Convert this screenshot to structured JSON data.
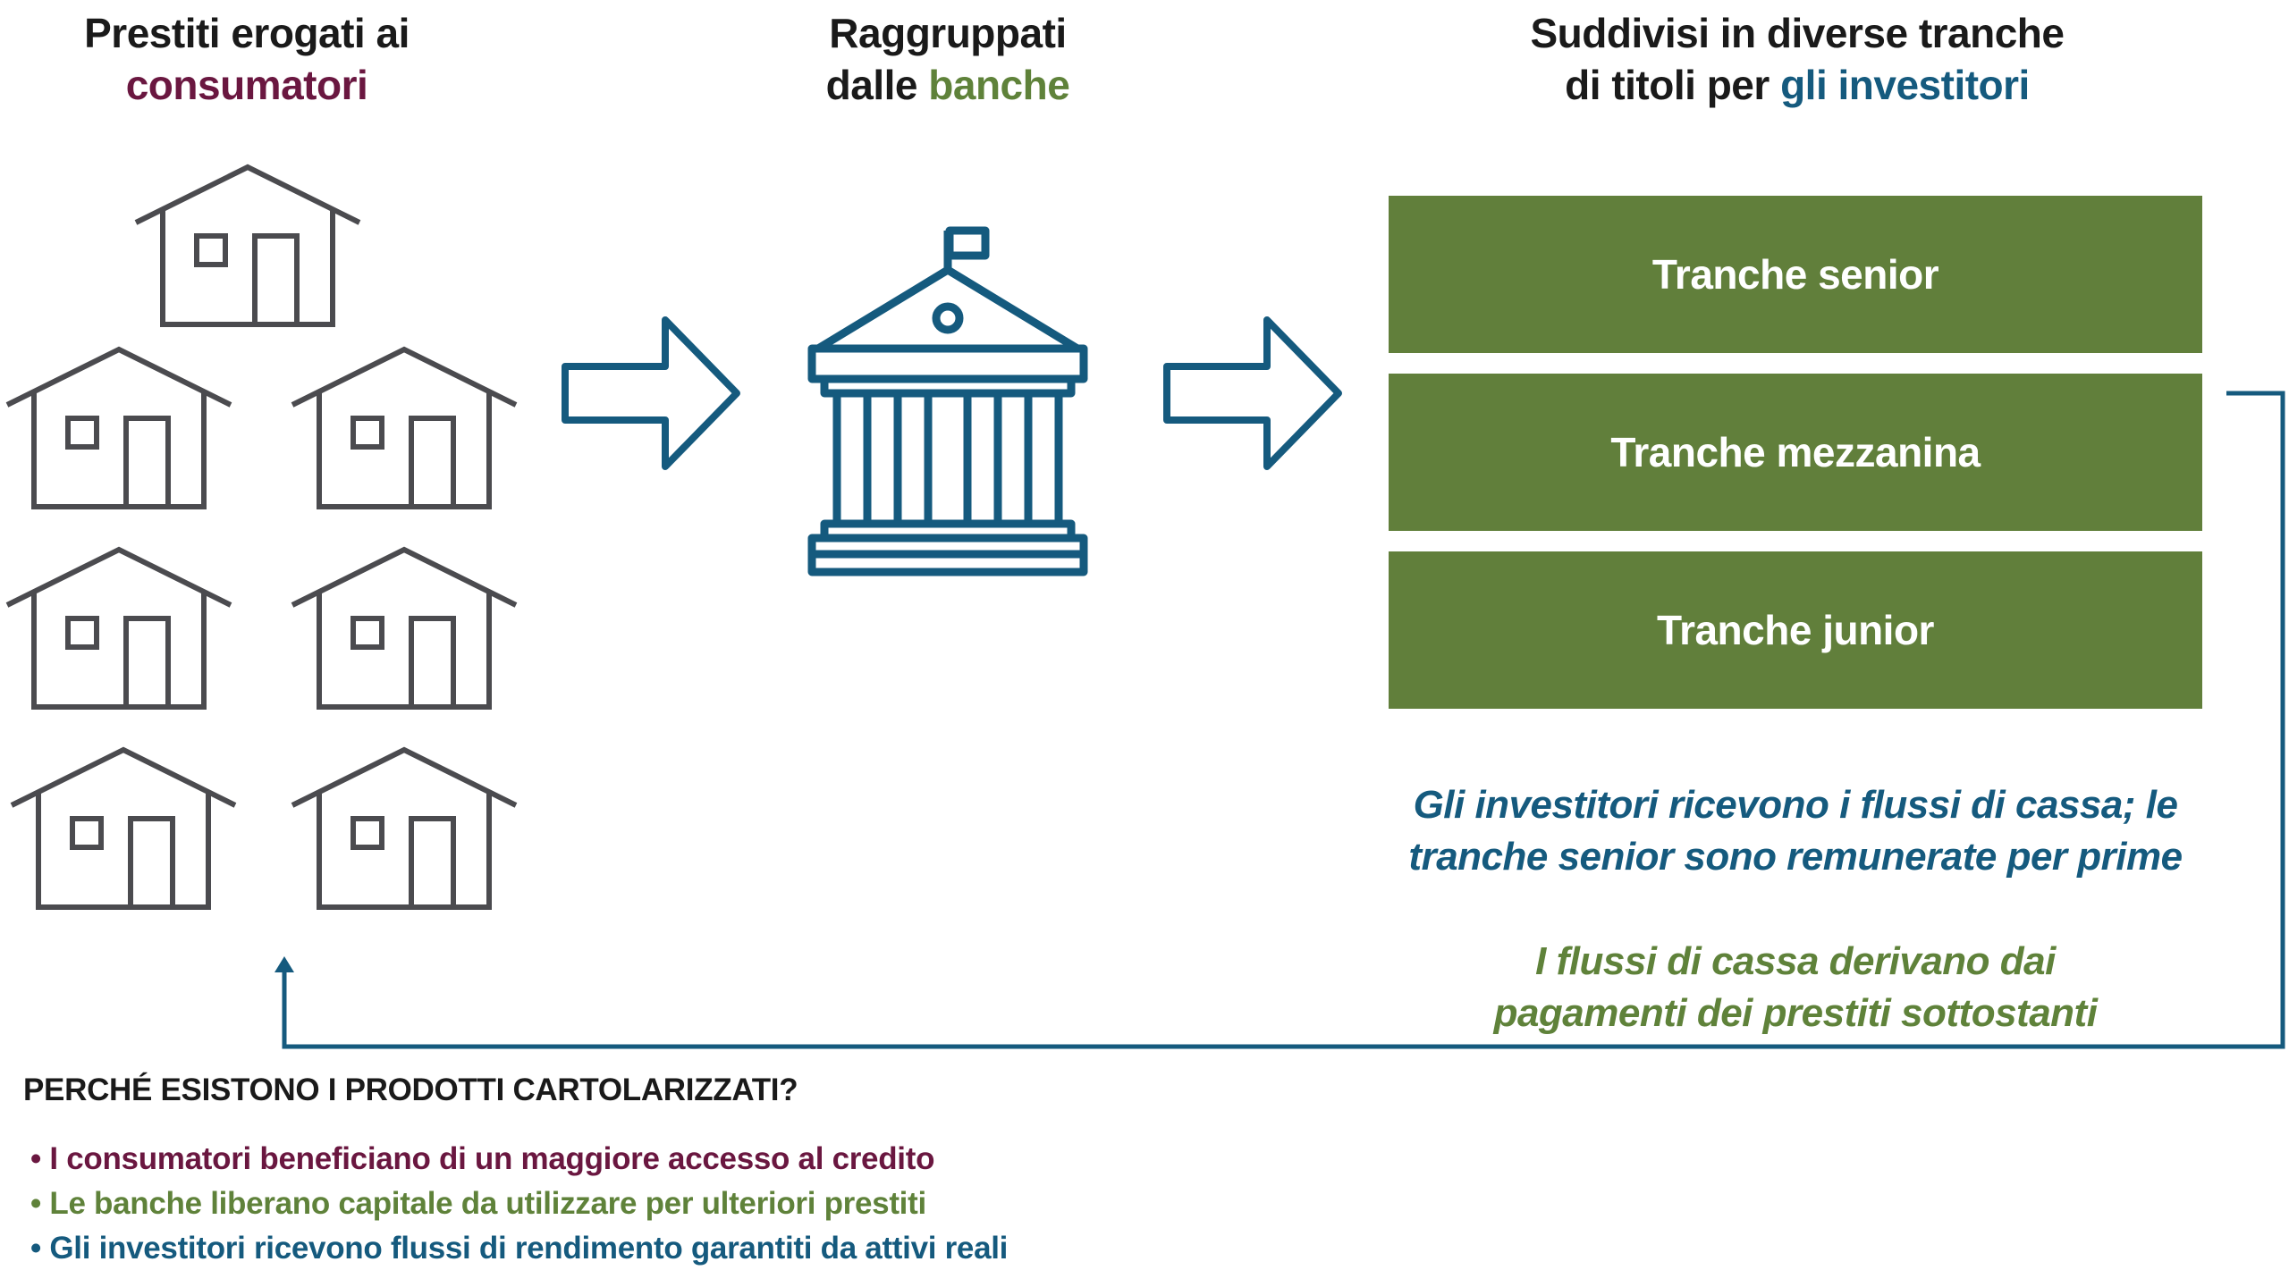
{
  "columns": {
    "consumers": {
      "line1": "Prestiti erogati ai",
      "accent": "consumatori"
    },
    "banks": {
      "line1": "Raggruppati",
      "line2_prefix": "dalle ",
      "accent": "banche"
    },
    "investors": {
      "line1": "Suddivisi in diverse tranche",
      "line2_prefix": "di titoli per ",
      "accent": "gli investitori"
    }
  },
  "tranches": [
    "Tranche senior",
    "Tranche mezzanina",
    "Tranche junior"
  ],
  "notes": {
    "investors_line1": "Gli investitori ricevono i flussi di cassa; le",
    "investors_line2": "tranche senior sono remunerate per prime",
    "cashflow_line1": "I flussi di cassa derivano dai",
    "cashflow_line2": "pagamenti dei prestiti sottostanti"
  },
  "why": {
    "title": "PERCHÉ ESISTONO I PRODOTTI CARTOLARIZZATI?",
    "bullets": [
      "• I consumatori beneficiano di un maggiore accesso al credito",
      "• Le banche liberano capitale da utilizzare per ulteriori prestiti",
      "• Gli investitori ricevono flussi di rendimento garantiti da attivi reali"
    ]
  },
  "icons": {
    "house": "house-icon",
    "bank": "bank-building-icon",
    "arrow": "right-arrow-icon"
  },
  "colors": {
    "consumers": "#6a1740",
    "banks": "#5f823a",
    "investors": "#155a7e",
    "house_stroke": "#4b4b4f",
    "tranche_fill": "#617f3b"
  }
}
